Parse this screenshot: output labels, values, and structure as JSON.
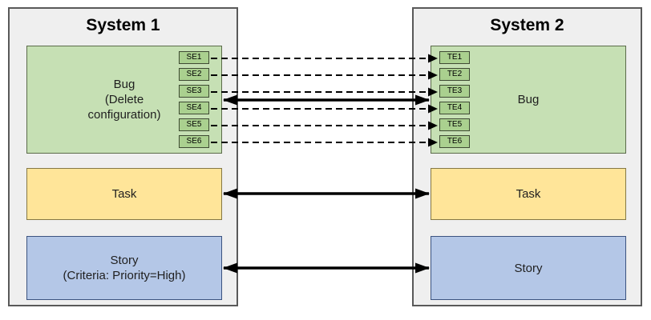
{
  "colors": {
    "background": "#ffffff",
    "system_fill": "#efefef",
    "system_border": "#595959",
    "bug_fill": "#c6e0b4",
    "bug_border": "#5b6b4a",
    "tab_fill": "#aad08f",
    "tab_border": "#3e4a33",
    "task_fill": "#ffe599",
    "task_border": "#857844",
    "story_fill": "#b4c7e7",
    "story_border": "#3b5380",
    "connector": "#000000"
  },
  "systems": [
    {
      "title": "System 1",
      "bug": {
        "label": "Bug (Delete configuration)",
        "lines": [
          "Bug",
          "(Delete",
          "configuration)"
        ],
        "tabs": [
          "SE1",
          "SE2",
          "SE3",
          "SE4",
          "SE5",
          "SE6"
        ]
      },
      "task": {
        "label": "Task"
      },
      "story": {
        "label": "Story (Criteria: Priority=High)",
        "lines": [
          "Story",
          "(Criteria: Priority=High)"
        ]
      }
    },
    {
      "title": "System 2",
      "bug": {
        "label": "Bug",
        "lines": [
          "Bug"
        ],
        "tabs": [
          "TE1",
          "TE2",
          "TE3",
          "TE4",
          "TE5",
          "TE6"
        ]
      },
      "task": {
        "label": "Task"
      },
      "story": {
        "label": "Story",
        "lines": [
          "Story"
        ]
      }
    }
  ],
  "connectors": {
    "field_mappings": [
      {
        "from": "SE1",
        "to": "TE1",
        "style": "dashed-arrow-right"
      },
      {
        "from": "SE2",
        "to": "TE2",
        "style": "dashed-arrow-right"
      },
      {
        "from": "SE3",
        "to": "TE3",
        "style": "dashed-arrow-right"
      },
      {
        "from": "SE4",
        "to": "TE4",
        "style": "dashed-arrow-right"
      },
      {
        "from": "SE5",
        "to": "TE5",
        "style": "dashed-arrow-right"
      },
      {
        "from": "SE6",
        "to": "TE6",
        "style": "dashed-arrow-right"
      }
    ],
    "sync_links": [
      {
        "from": "Bug",
        "to": "Bug",
        "style": "solid-double-arrow"
      },
      {
        "from": "Task",
        "to": "Task",
        "style": "solid-double-arrow"
      },
      {
        "from": "Story",
        "to": "Story",
        "style": "solid-double-arrow"
      }
    ]
  }
}
